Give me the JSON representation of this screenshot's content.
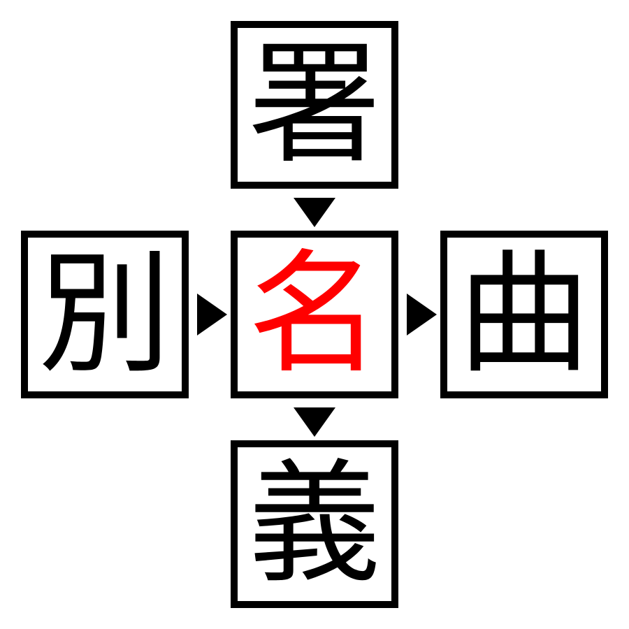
{
  "puzzle": {
    "type": "kanji-crossword",
    "answer_color": "#ff0000",
    "border_color": "#000000",
    "cells": {
      "top": {
        "char": "署"
      },
      "left": {
        "char": "別"
      },
      "center": {
        "char": "名"
      },
      "right": {
        "char": "曲"
      },
      "bottom": {
        "char": "義"
      }
    },
    "compounds": [
      {
        "word": "署名",
        "direction": "down"
      },
      {
        "word": "別名",
        "direction": "right"
      },
      {
        "word": "名曲",
        "direction": "right"
      },
      {
        "word": "名義",
        "direction": "down"
      }
    ],
    "arrows": {
      "top_to_center": "down-triangle",
      "left_to_center": "right-triangle",
      "center_to_right": "right-triangle",
      "center_to_bottom": "down-triangle"
    }
  }
}
